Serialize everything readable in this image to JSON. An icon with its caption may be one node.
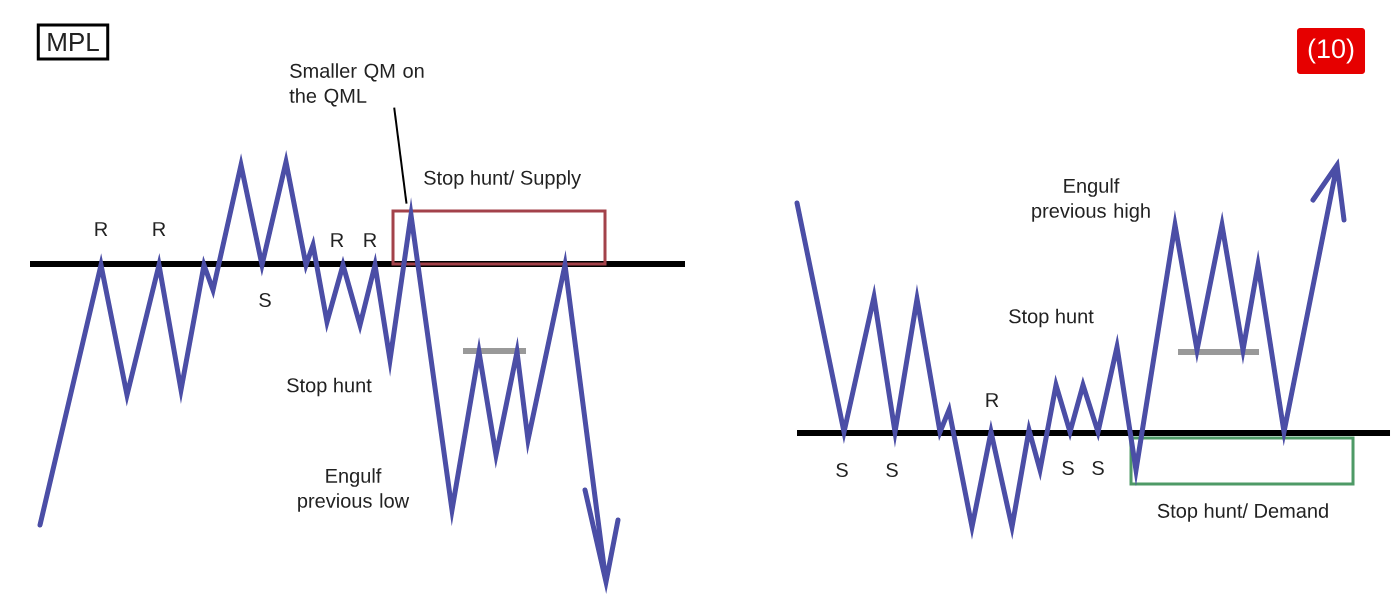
{
  "diagram": {
    "nodes": [
      {
        "text": [
          "MPL"
        ]
      },
      {
        "text": [
          "Smaller QM on the QML"
        ]
      },
      {
        "text": [
          "Stop hunt/ Supply"
        ]
      },
      {
        "text": [
          "Stop hunt/ Demand"
        ]
      },
      {
        "text": [
          "(10)"
        ]
      }
    ],
    "edges": [
      {
        "from": 1,
        "to": 2,
        "arrow": "none"
      }
    ],
    "labels": [
      "R",
      "R",
      "R",
      "R",
      "S",
      "Stop hunt",
      "Engulf previous low",
      "Engulf previous high",
      "Stop hunt",
      "R",
      "S",
      "S",
      "S",
      "S"
    ]
  }
}
